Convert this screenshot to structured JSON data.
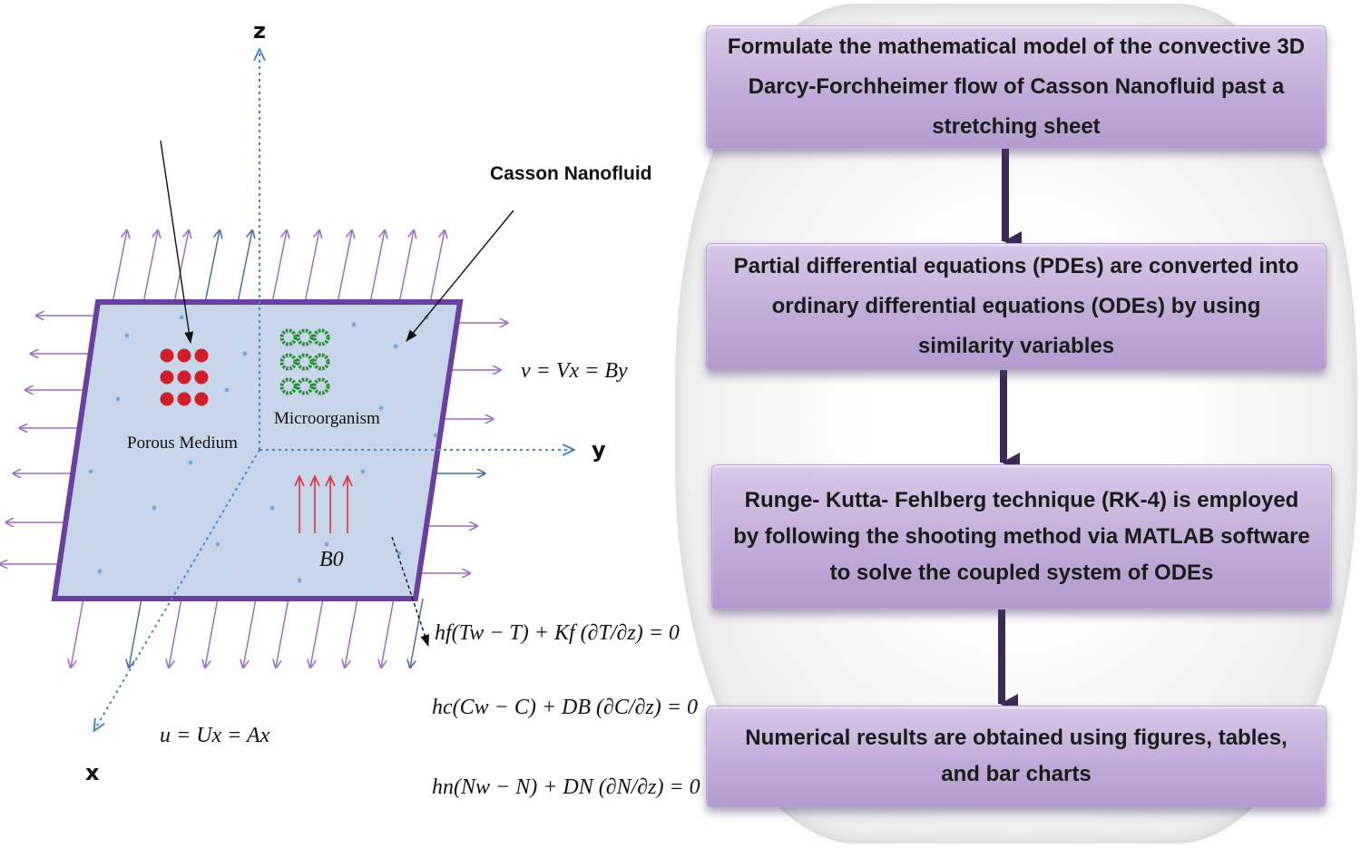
{
  "diagram": {
    "axes": {
      "z": "z",
      "y": "y",
      "x": "x"
    },
    "labels": {
      "casson": "Casson Nanofluid",
      "porous": "Porous Medium",
      "micro": "Microorganism",
      "b0": "B0"
    },
    "equations": {
      "v": "v = Vx = By",
      "u": "u = Ux = Ax",
      "thermal": "hf(Tw − T) + Kf (∂T/∂z) = 0",
      "concentration": "hc(Cw − C) + DB (∂C/∂z) = 0",
      "microbe": "hn(Nw − N) + DN (∂N/∂z) = 0"
    },
    "colors": {
      "sheet_border": "#6b3fa0",
      "sheet_fill": "#c9d8ec",
      "stretch_arrow": "#9a6fc4",
      "stretch_arrow_alt": "#4a6fa0",
      "axis": "#4a86c8",
      "porous_dots": "#d01f2a",
      "microorganism": "#1f8f2a",
      "field_arrow": "#e0303a"
    }
  },
  "flowchart": {
    "steps": [
      "Formulate the mathematical model of the convective 3D Darcy-Forchheimer flow of Casson Nanofluid past a stretching sheet",
      "Partial differential equations (PDEs) are converted into ordinary differential equations (ODEs) by using similarity variables",
      "Runge- Kutta- Fehlberg technique (RK-4) is employed by following the shooting method via MATLAB software to solve the coupled system of ODEs",
      "Numerical results are obtained using figures, tables, and bar charts"
    ],
    "colors": {
      "box": "#c2acd9",
      "connector": "#3a2a55"
    }
  }
}
